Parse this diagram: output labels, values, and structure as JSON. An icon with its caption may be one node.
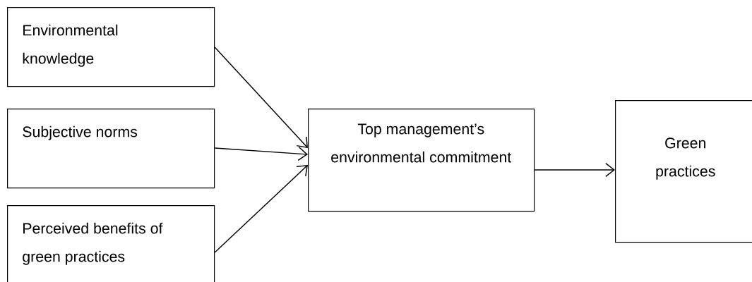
{
  "diagram": {
    "nodes": [
      {
        "text": [
          "Environmental knowledge"
        ]
      },
      {
        "text": [
          "Subjective norms"
        ]
      },
      {
        "text": [
          "Perceived benefits of green practices"
        ]
      },
      {
        "text": [
          "Top management’s environmental commitment"
        ]
      },
      {
        "text": [
          "Green practices"
        ]
      }
    ],
    "edges": [
      {
        "from": 0,
        "to": 3,
        "arrow": "to"
      },
      {
        "from": 1,
        "to": 3,
        "arrow": "to"
      },
      {
        "from": 2,
        "to": 3,
        "arrow": "to"
      },
      {
        "from": 3,
        "to": 4,
        "arrow": "to"
      }
    ]
  }
}
